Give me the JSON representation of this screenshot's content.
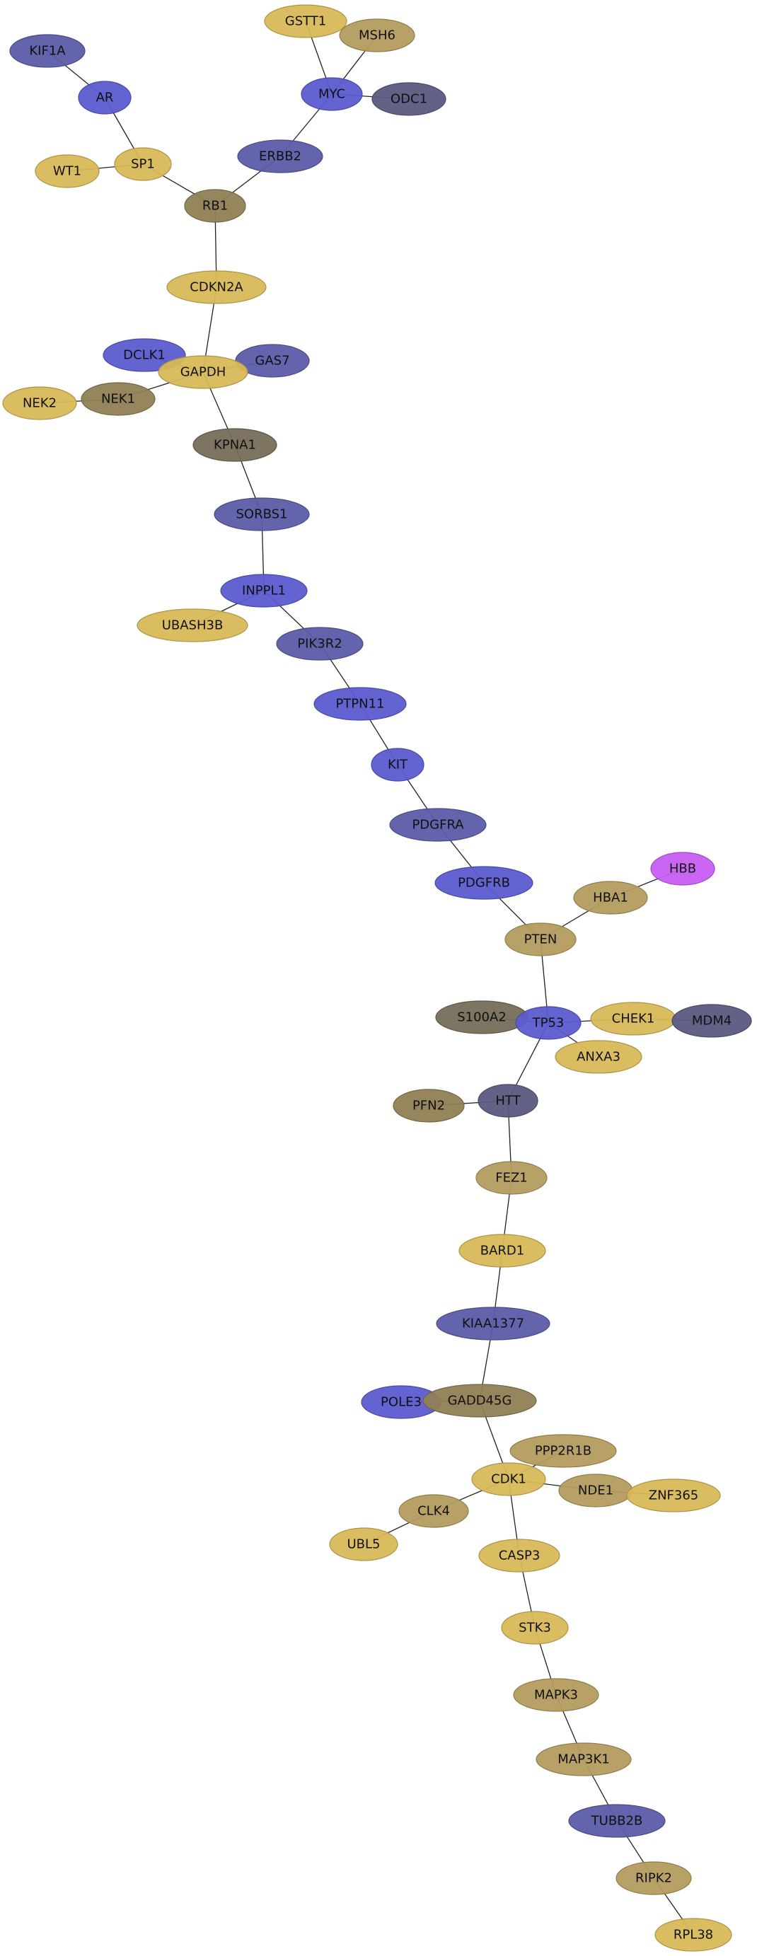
{
  "colors": {
    "gold": "#d8b858",
    "khaki": "#b39c5e",
    "olive": "#8f8055",
    "darkolive": "#766d5a",
    "blue": "#5b5bd0",
    "slate": "#5c5ca8",
    "navy": "#5a5a80",
    "magenta": "#c75ef2"
  },
  "nodes": [
    {
      "id": "KIF1A",
      "label": "KIF1A",
      "color": "slate"
    },
    {
      "id": "AR",
      "label": "AR",
      "color": "blue"
    },
    {
      "id": "GSTT1",
      "label": "GSTT1",
      "color": "gold"
    },
    {
      "id": "MSH6",
      "label": "MSH6",
      "color": "khaki"
    },
    {
      "id": "MYC",
      "label": "MYC",
      "color": "blue"
    },
    {
      "id": "ODC1",
      "label": "ODC1",
      "color": "navy"
    },
    {
      "id": "WT1",
      "label": "WT1",
      "color": "gold"
    },
    {
      "id": "SP1",
      "label": "SP1",
      "color": "gold"
    },
    {
      "id": "ERBB2",
      "label": "ERBB2",
      "color": "slate"
    },
    {
      "id": "RB1",
      "label": "RB1",
      "color": "olive"
    },
    {
      "id": "CDKN2A",
      "label": "CDKN2A",
      "color": "gold"
    },
    {
      "id": "DCLK1",
      "label": "DCLK1",
      "color": "blue"
    },
    {
      "id": "GAS7",
      "label": "GAS7",
      "color": "slate"
    },
    {
      "id": "GAPDH",
      "label": "GAPDH",
      "color": "gold"
    },
    {
      "id": "NEK2",
      "label": "NEK2",
      "color": "gold"
    },
    {
      "id": "NEK1",
      "label": "NEK1",
      "color": "olive"
    },
    {
      "id": "KPNA1",
      "label": "KPNA1",
      "color": "darkolive"
    },
    {
      "id": "SORBS1",
      "label": "SORBS1",
      "color": "slate"
    },
    {
      "id": "INPPL1",
      "label": "INPPL1",
      "color": "blue"
    },
    {
      "id": "UBASH3B",
      "label": "UBASH3B",
      "color": "gold"
    },
    {
      "id": "PIK3R2",
      "label": "PIK3R2",
      "color": "slate"
    },
    {
      "id": "PTPN11",
      "label": "PTPN11",
      "color": "blue"
    },
    {
      "id": "KIT",
      "label": "KIT",
      "color": "blue"
    },
    {
      "id": "PDGFRA",
      "label": "PDGFRA",
      "color": "slate"
    },
    {
      "id": "PDGFRB",
      "label": "PDGFRB",
      "color": "blue"
    },
    {
      "id": "HBB",
      "label": "HBB",
      "color": "magenta"
    },
    {
      "id": "HBA1",
      "label": "HBA1",
      "color": "khaki"
    },
    {
      "id": "PTEN",
      "label": "PTEN",
      "color": "khaki"
    },
    {
      "id": "S100A2",
      "label": "S100A2",
      "color": "darkolive"
    },
    {
      "id": "TP53",
      "label": "TP53",
      "color": "blue"
    },
    {
      "id": "CHEK1",
      "label": "CHEK1",
      "color": "gold"
    },
    {
      "id": "MDM4",
      "label": "MDM4",
      "color": "navy"
    },
    {
      "id": "ANXA3",
      "label": "ANXA3",
      "color": "gold"
    },
    {
      "id": "PFN2",
      "label": "PFN2",
      "color": "olive"
    },
    {
      "id": "HTT",
      "label": "HTT",
      "color": "navy"
    },
    {
      "id": "FEZ1",
      "label": "FEZ1",
      "color": "khaki"
    },
    {
      "id": "BARD1",
      "label": "BARD1",
      "color": "gold"
    },
    {
      "id": "KIAA1377",
      "label": "KIAA1377",
      "color": "slate"
    },
    {
      "id": "POLE3",
      "label": "POLE3",
      "color": "blue"
    },
    {
      "id": "GADD45G",
      "label": "GADD45G",
      "color": "olive"
    },
    {
      "id": "PPP2R1B",
      "label": "PPP2R1B",
      "color": "khaki"
    },
    {
      "id": "CDK1",
      "label": "CDK1",
      "color": "gold"
    },
    {
      "id": "NDE1",
      "label": "NDE1",
      "color": "khaki"
    },
    {
      "id": "ZNF365",
      "label": "ZNF365",
      "color": "gold"
    },
    {
      "id": "CLK4",
      "label": "CLK4",
      "color": "khaki"
    },
    {
      "id": "UBL5",
      "label": "UBL5",
      "color": "gold"
    },
    {
      "id": "CASP3",
      "label": "CASP3",
      "color": "gold"
    },
    {
      "id": "STK3",
      "label": "STK3",
      "color": "gold"
    },
    {
      "id": "MAPK3",
      "label": "MAPK3",
      "color": "khaki"
    },
    {
      "id": "MAP3K1",
      "label": "MAP3K1",
      "color": "khaki"
    },
    {
      "id": "TUBB2B",
      "label": "TUBB2B",
      "color": "slate"
    },
    {
      "id": "RIPK2",
      "label": "RIPK2",
      "color": "khaki"
    },
    {
      "id": "RPL38",
      "label": "RPL38",
      "color": "gold"
    }
  ],
  "edges": [
    [
      "KIF1A",
      "AR"
    ],
    [
      "AR",
      "SP1"
    ],
    [
      "WT1",
      "SP1"
    ],
    [
      "SP1",
      "RB1"
    ],
    [
      "GSTT1",
      "MYC"
    ],
    [
      "MSH6",
      "MYC"
    ],
    [
      "MYC",
      "ODC1"
    ],
    [
      "MYC",
      "ERBB2"
    ],
    [
      "ERBB2",
      "RB1"
    ],
    [
      "RB1",
      "CDKN2A"
    ],
    [
      "CDKN2A",
      "GAPDH"
    ],
    [
      "DCLK1",
      "GAPDH"
    ],
    [
      "GAPDH",
      "GAS7"
    ],
    [
      "GAPDH",
      "NEK1"
    ],
    [
      "NEK1",
      "NEK2"
    ],
    [
      "GAPDH",
      "KPNA1"
    ],
    [
      "KPNA1",
      "SORBS1"
    ],
    [
      "SORBS1",
      "INPPL1"
    ],
    [
      "INPPL1",
      "UBASH3B"
    ],
    [
      "INPPL1",
      "PIK3R2"
    ],
    [
      "PIK3R2",
      "PTPN11"
    ],
    [
      "PTPN11",
      "KIT"
    ],
    [
      "KIT",
      "PDGFRA"
    ],
    [
      "PDGFRA",
      "PDGFRB"
    ],
    [
      "PDGFRB",
      "PTEN"
    ],
    [
      "PTEN",
      "HBA1"
    ],
    [
      "HBA1",
      "HBB"
    ],
    [
      "PTEN",
      "TP53"
    ],
    [
      "TP53",
      "S100A2"
    ],
    [
      "TP53",
      "CHEK1"
    ],
    [
      "CHEK1",
      "MDM4"
    ],
    [
      "TP53",
      "ANXA3"
    ],
    [
      "TP53",
      "HTT"
    ],
    [
      "HTT",
      "PFN2"
    ],
    [
      "HTT",
      "FEZ1"
    ],
    [
      "FEZ1",
      "BARD1"
    ],
    [
      "BARD1",
      "KIAA1377"
    ],
    [
      "KIAA1377",
      "GADD45G"
    ],
    [
      "GADD45G",
      "POLE3"
    ],
    [
      "GADD45G",
      "CDK1"
    ],
    [
      "CDK1",
      "PPP2R1B"
    ],
    [
      "CDK1",
      "NDE1"
    ],
    [
      "NDE1",
      "ZNF365"
    ],
    [
      "CDK1",
      "CLK4"
    ],
    [
      "CLK4",
      "UBL5"
    ],
    [
      "CDK1",
      "CASP3"
    ],
    [
      "CASP3",
      "STK3"
    ],
    [
      "STK3",
      "MAPK3"
    ],
    [
      "MAPK3",
      "MAP3K1"
    ],
    [
      "MAP3K1",
      "TUBB2B"
    ],
    [
      "TUBB2B",
      "RIPK2"
    ],
    [
      "RIPK2",
      "RPL38"
    ]
  ]
}
